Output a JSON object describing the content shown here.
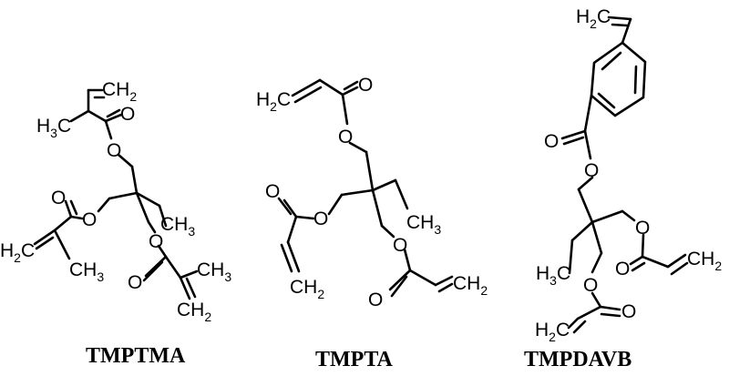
{
  "molecules": [
    {
      "name": "TMPTMA",
      "labels": {
        "ch2_top": [
          "CH",
          "2"
        ],
        "h3c_top": [
          "H",
          "3",
          "C"
        ],
        "o_dbl_top": "O",
        "o_ester_top": "O",
        "ch3_ethyl": [
          "CH",
          "3"
        ],
        "o_dbl_left": "O",
        "o_ester_left": "O",
        "h2c_left": [
          "H",
          "2",
          "C"
        ],
        "ch3_left": [
          "CH",
          "3"
        ],
        "o_ester_right": "O",
        "o_dbl_right": "O",
        "ch3_right": [
          "CH",
          "3"
        ],
        "ch2_right": [
          "CH",
          "2"
        ]
      }
    },
    {
      "name": "TMPTA",
      "labels": {
        "h2c_top": [
          "H",
          "2",
          "C"
        ],
        "o_dbl_top": "O",
        "o_ester_top": "O",
        "ch3_ethyl": [
          "CH",
          "3"
        ],
        "o_dbl_left": "O",
        "o_ester_left": "O",
        "ch2_left": [
          "CH",
          "2"
        ],
        "o_ester_right": "O",
        "o_dbl_right": "O",
        "ch2_right": [
          "CH",
          "2"
        ]
      }
    },
    {
      "name": "TMPDAVB",
      "labels": {
        "h2c_top": [
          "H",
          "2",
          "C"
        ],
        "o_dbl_top": "O",
        "o_ester_top": "O",
        "o_ester_right": "O",
        "o_dbl_right": "O",
        "ch2_right": [
          "CH",
          "2"
        ],
        "h3c_ethyl": [
          "H",
          "3",
          "C"
        ],
        "o_ester_bottom": "O",
        "o_dbl_bottom": "O",
        "h2c_bottom": [
          "H",
          "2",
          "C"
        ]
      }
    }
  ]
}
